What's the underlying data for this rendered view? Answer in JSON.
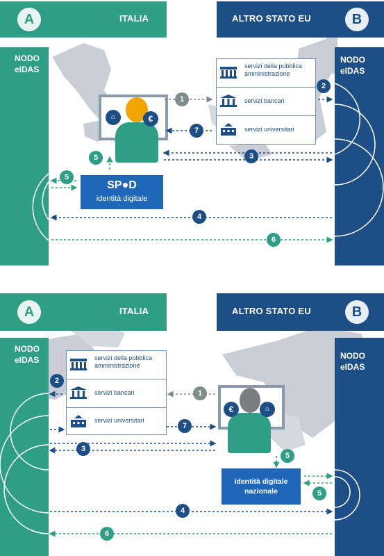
{
  "panel1": {
    "left_header": {
      "letter": "A",
      "title": "ITALIA"
    },
    "right_header": {
      "letter": "B",
      "title": "ALTRO STATO EU"
    },
    "left_node": {
      "line1": "NODO",
      "line2": "eIDAS"
    },
    "right_node": {
      "line1": "NODO",
      "line2": "eIDAS"
    },
    "services": [
      {
        "label": "servizi della pubblica amministrazione",
        "line1": "servizi della pubblica",
        "line2": "amministrazione",
        "icon": "government-building-icon"
      },
      {
        "label": "servizi bancari",
        "icon": "bank-icon"
      },
      {
        "label": "servizi universitari",
        "icon": "university-icon"
      }
    ],
    "identity": {
      "logo": "SP●D",
      "label": "identità digitale"
    },
    "steps": [
      "1",
      "2",
      "3",
      "4",
      "5",
      "5",
      "6",
      "7"
    ],
    "monitor_icons": [
      "building-icon",
      "euro-icon"
    ]
  },
  "panel2": {
    "left_header": {
      "letter": "A",
      "title": "ITALIA"
    },
    "right_header": {
      "letter": "B",
      "title": "ALTRO STATO EU"
    },
    "left_node": {
      "line1": "NODO",
      "line2": "eIDAS"
    },
    "right_node": {
      "line1": "NODO",
      "line2": "eIDAS"
    },
    "services": [
      {
        "label": "servizi della pubblica amministrazione",
        "line1": "servizi della pubblica",
        "line2": "amministrazione",
        "icon": "government-building-icon"
      },
      {
        "label": "servizi bancari",
        "icon": "bank-icon"
      },
      {
        "label": "servizi universitari",
        "icon": "university-icon"
      }
    ],
    "identity": {
      "line1": "identità digitale",
      "line2": "nazionale"
    },
    "steps": [
      "1",
      "2",
      "3",
      "4",
      "5",
      "5",
      "6",
      "7"
    ],
    "monitor_icons": [
      "euro-icon",
      "building-icon"
    ]
  },
  "colors": {
    "teal": "#2f9e86",
    "navy": "#1d4f86",
    "blue_box": "#1f67b8",
    "gray_badge": "#7f8c8c",
    "map_gray": "#c9ced6"
  }
}
